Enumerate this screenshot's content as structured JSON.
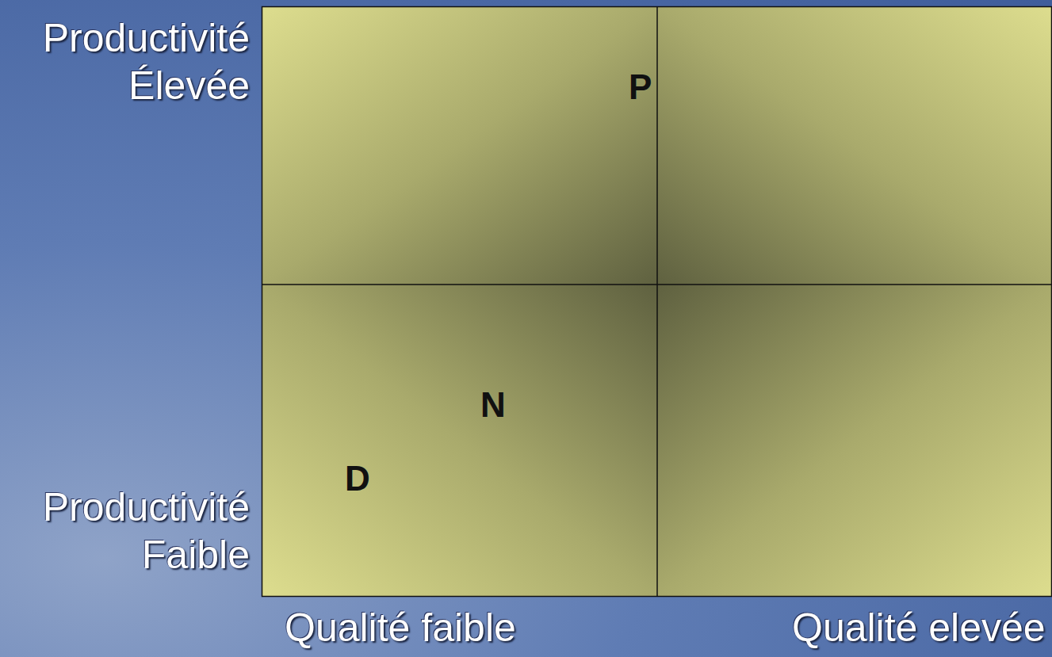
{
  "diagram": {
    "labels": [
      "Productivité Élevée",
      "Productivité Faible",
      "Qualité faible",
      "Qualité elevée",
      "P",
      "N",
      "D"
    ]
  }
}
